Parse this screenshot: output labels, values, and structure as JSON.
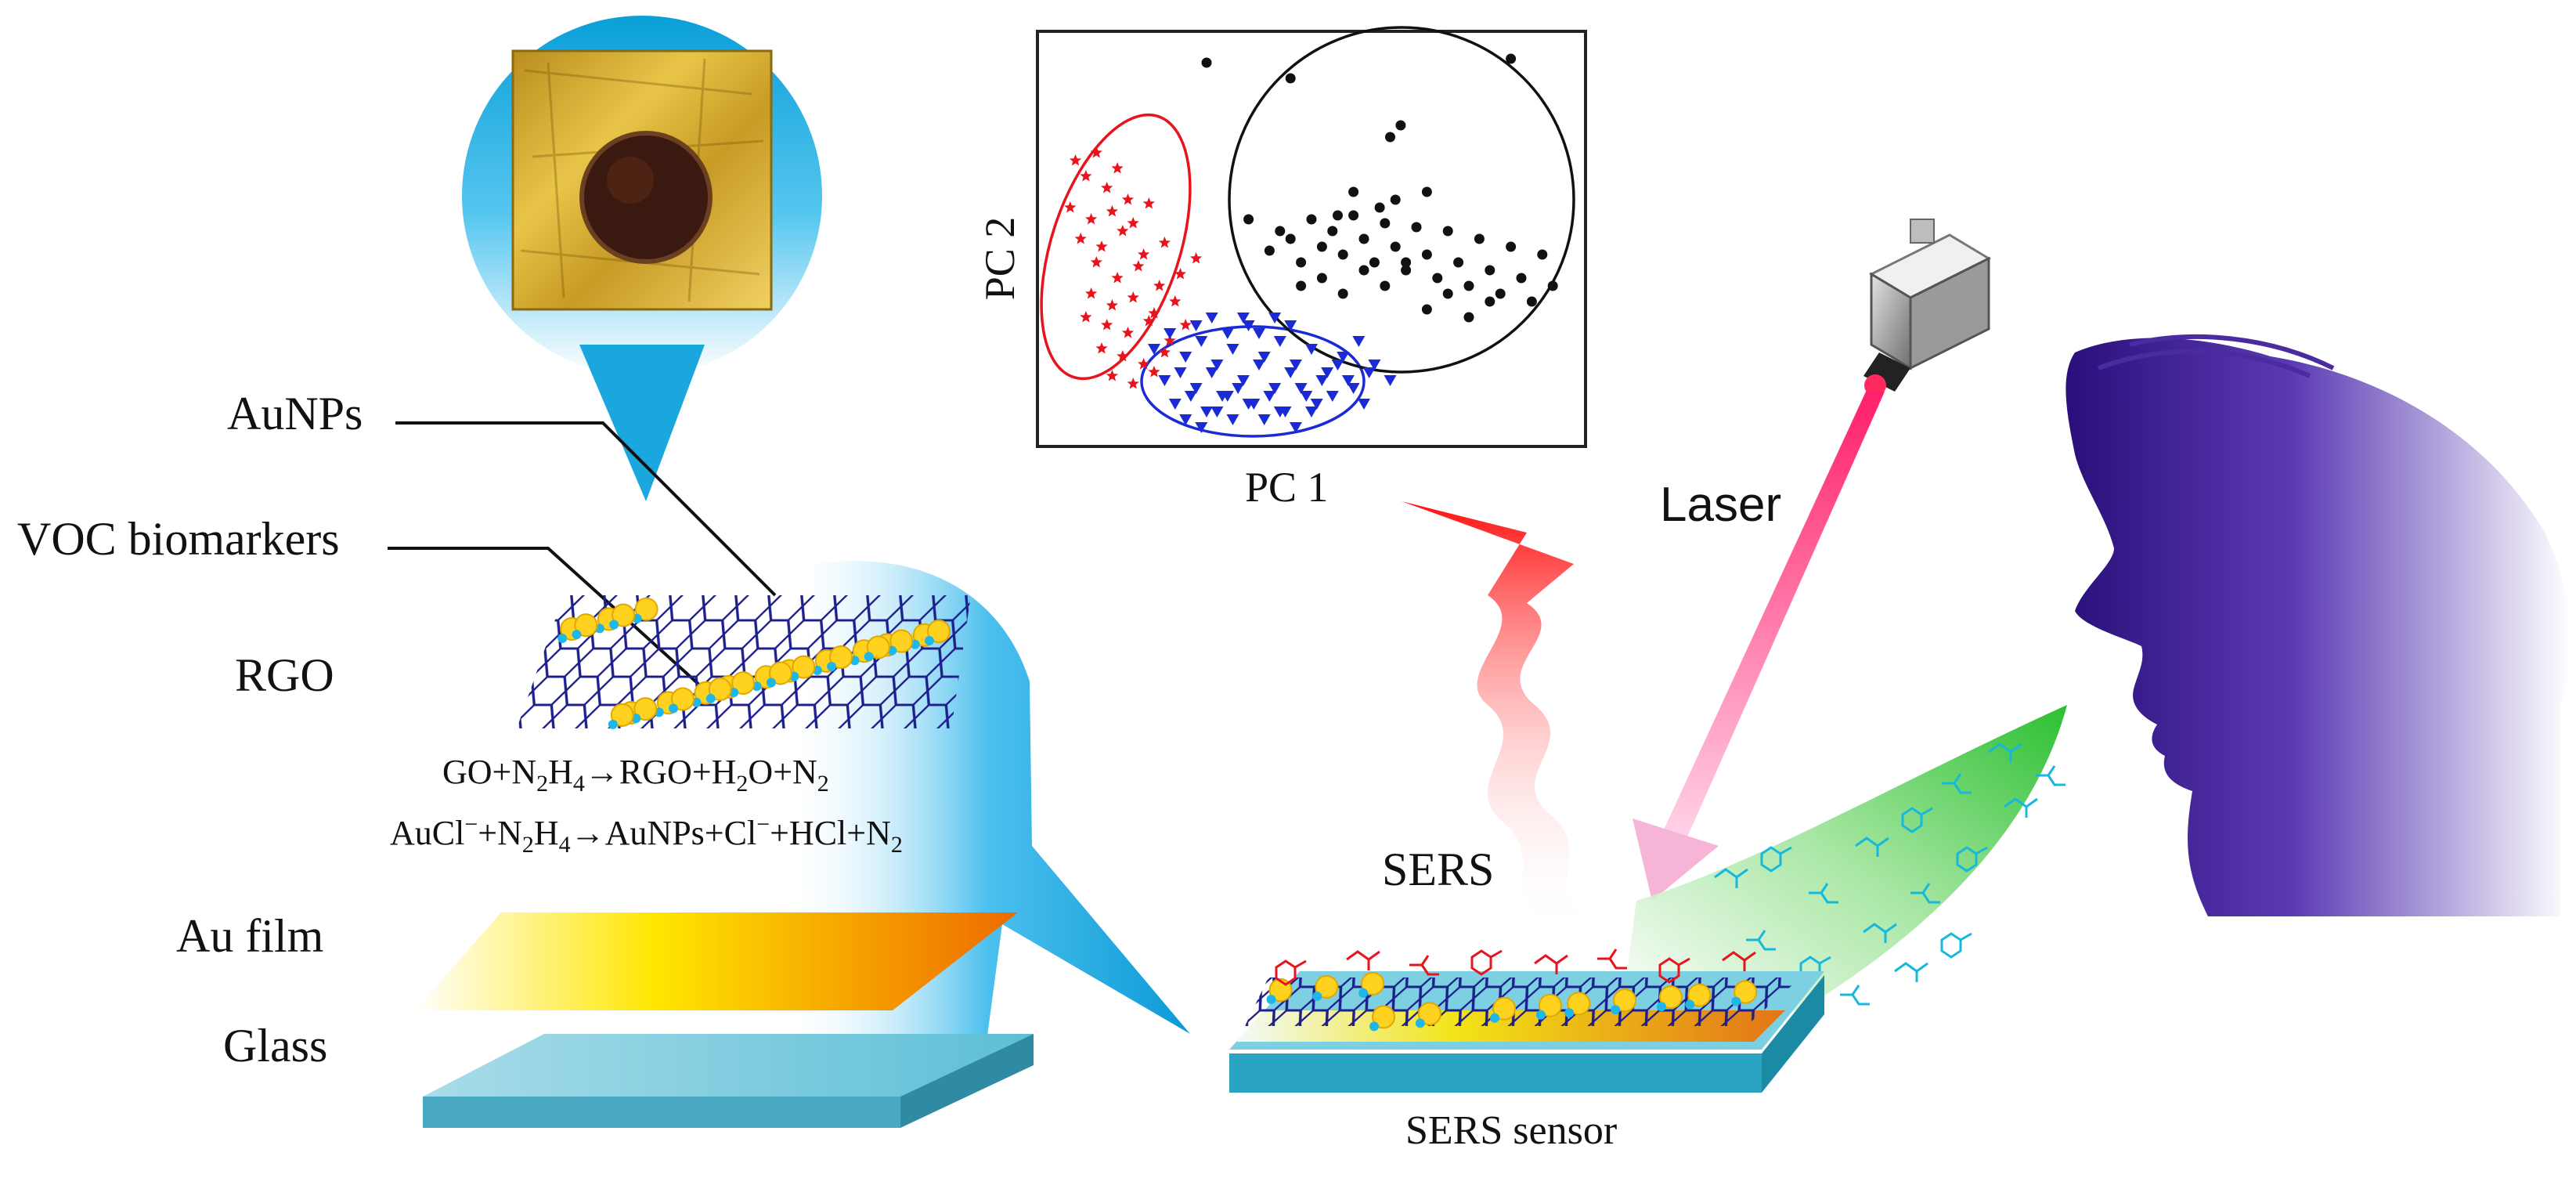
{
  "labels": {
    "aunps": "AuNPs",
    "voc": "VOC biomarkers",
    "rgo": "RGO",
    "au_film": "Au film",
    "glass": "Glass",
    "sers": "SERS",
    "sers_sensor": "SERS sensor",
    "laser": "Laser"
  },
  "equations": {
    "eq1": {
      "t1": "GO+N",
      "s1": "2",
      "t2": "H",
      "s2": "4",
      "arrow": "→",
      "t3": "RGO+H",
      "s3": "2",
      "t4": "O+N",
      "s4": "2"
    },
    "eq2": {
      "t1": "AuCl",
      "sup1": "−",
      "t2": "+N",
      "s1": "2",
      "t3": "H",
      "s2": "4",
      "arrow": "→",
      "t4": "AuNPs+Cl",
      "sup2": "−",
      "t5": "+HCl+N",
      "s3": "2"
    }
  },
  "chart_data": {
    "type": "scatter",
    "xlabel": "PC 1",
    "ylabel": "PC 2",
    "xlim": [
      0,
      100
    ],
    "ylim": [
      0,
      100
    ],
    "grid": false,
    "series": [
      {
        "color": "#e8141b",
        "marker": "star",
        "x": [
          5,
          7,
          9,
          11,
          13,
          15,
          4,
          8,
          12,
          16,
          19,
          6,
          10,
          14,
          18,
          22,
          9,
          13,
          17,
          21,
          25,
          8,
          12,
          16,
          20,
          24,
          11,
          15,
          19,
          23,
          10,
          14,
          18,
          22,
          7,
          12,
          16,
          20,
          26,
          28
        ],
        "y": [
          70,
          66,
          72,
          63,
          68,
          60,
          58,
          55,
          57,
          54,
          59,
          50,
          48,
          52,
          46,
          49,
          44,
          40,
          43,
          38,
          41,
          36,
          33,
          35,
          31,
          34,
          28,
          26,
          29,
          24,
          22,
          20,
          18,
          21,
          30,
          15,
          13,
          16,
          28,
          45
        ]
      },
      {
        "color": "#1a2bd6",
        "marker": "triangle",
        "x": [
          20,
          23,
          26,
          29,
          32,
          35,
          38,
          41,
          44,
          47,
          50,
          53,
          56,
          59,
          62,
          65,
          22,
          25,
          28,
          31,
          34,
          37,
          40,
          43,
          46,
          49,
          52,
          55,
          58,
          61,
          24,
          27,
          30,
          33,
          36,
          39,
          42,
          45,
          48,
          51,
          54,
          57,
          60,
          26,
          29,
          32,
          35,
          38,
          41,
          44,
          47,
          50,
          28,
          31,
          34,
          37,
          40,
          43,
          46
        ],
        "y": [
          22,
          26,
          20,
          24,
          18,
          22,
          28,
          20,
          24,
          18,
          22,
          16,
          20,
          24,
          18,
          14,
          14,
          16,
          12,
          16,
          10,
          14,
          18,
          12,
          16,
          10,
          14,
          18,
          12,
          16,
          8,
          10,
          6,
          10,
          12,
          8,
          10,
          6,
          12,
          8,
          10,
          14,
          8,
          4,
          2,
          6,
          4,
          8,
          4,
          6,
          2,
          6,
          28,
          30,
          26,
          30,
          26,
          30,
          28
        ]
      },
      {
        "color": "#111111",
        "marker": "circle",
        "x": [
          30,
          46,
          88,
          67,
          65,
          38,
          42,
          44,
          48,
          46,
          50,
          52,
          54,
          56,
          58,
          60,
          62,
          64,
          66,
          68,
          70,
          72,
          74,
          76,
          78,
          80,
          82,
          84,
          86,
          88,
          90,
          92,
          94,
          96,
          48,
          52,
          56,
          60,
          64,
          68,
          72,
          76,
          80,
          84,
          72,
          66,
          63,
          58,
          55
        ],
        "y": [
          95,
          91,
          96,
          79,
          76,
          55,
          47,
          52,
          44,
          50,
          55,
          48,
          52,
          46,
          56,
          50,
          44,
          54,
          48,
          42,
          53,
          46,
          40,
          52,
          44,
          38,
          50,
          42,
          36,
          48,
          40,
          34,
          46,
          38,
          38,
          40,
          36,
          42,
          38,
          44,
          32,
          36,
          30,
          34,
          62,
          60,
          58,
          62,
          56
        ]
      }
    ]
  }
}
